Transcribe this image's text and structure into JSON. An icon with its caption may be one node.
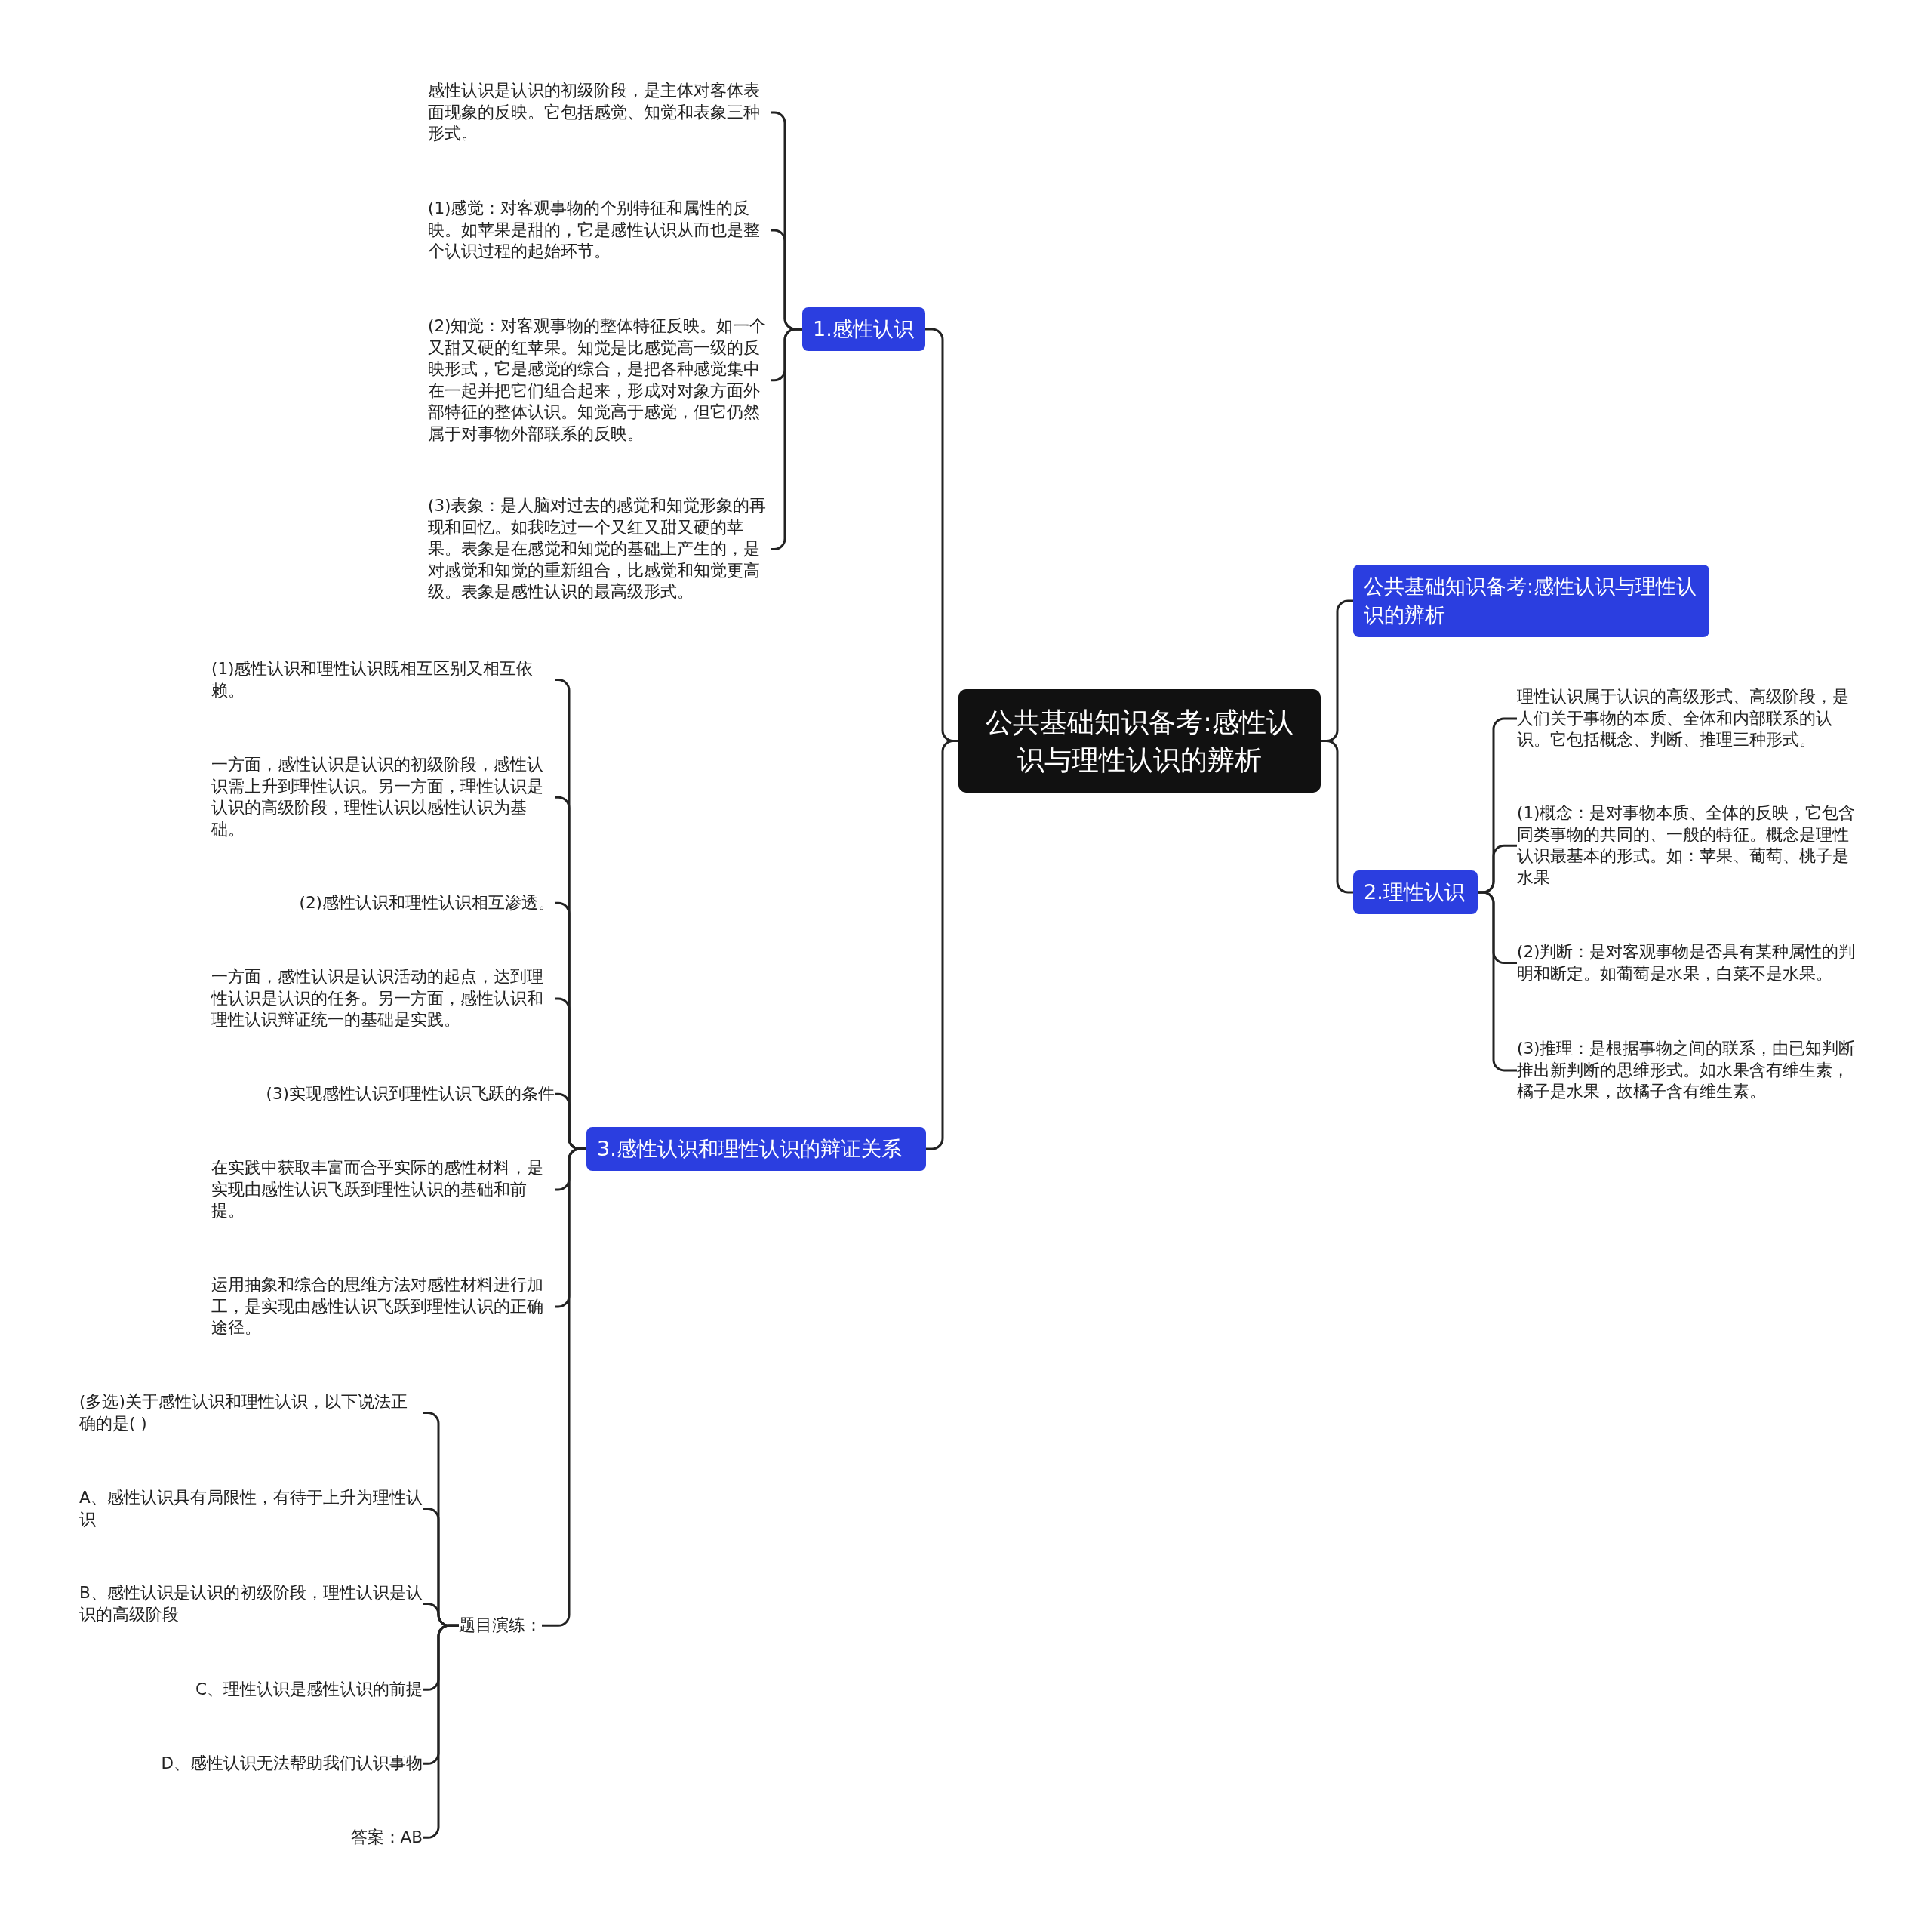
{
  "diagram": {
    "nodes": [
      {
        "text": [
          "公共基础知识备考:感性认识与理性认识的辨析"
        ]
      },
      {
        "text": [
          "1.感性认识"
        ]
      },
      {
        "text": [
          "感性认识是认识的初级阶段，是主体对客体表面现象的反映。它包括感觉、知觉和表象三种形式。"
        ]
      },
      {
        "text": [
          "(1)感觉：对客观事物的个别特征和属性的反映。如苹果是甜的，它是感性认识从而也是整个认识过程的起始环节。"
        ]
      },
      {
        "text": [
          "(2)知觉：对客观事物的整体特征反映。如一个又甜又硬的红苹果。知觉是比感觉高一级的反映形式，它是感觉的综合，是把各种感觉集中在一起并把它们组合起来，形成对对象方面外部特征的整体认识。知觉高于感觉，但它仍然属于对事物外部联系的反映。"
        ]
      },
      {
        "text": [
          "(3)表象：是人脑对过去的感觉和知觉形象的再现和回忆。如我吃过一个又红又甜又硬的苹果。表象是在感觉和知觉的基础上产生的，是对感觉和知觉的重新组合，比感觉和知觉更高级。表象是感性认识的最高级形式。"
        ]
      },
      {
        "text": [
          "公共基础知识备考:感性认识与理性认识的辨析"
        ]
      },
      {
        "text": [
          "2.理性认识"
        ]
      },
      {
        "text": [
          "理性认识属于认识的高级形式、高级阶段，是人们关于事物的本质、全体和内部联系的认识。它包括概念、判断、推理三种形式。"
        ]
      },
      {
        "text": [
          "(1)概念：是对事物本质、全体的反映，它包含同类事物的共同的、一般的特征。概念是理性认识最基本的形式。如：苹果、葡萄、桃子是水果"
        ]
      },
      {
        "text": [
          "(2)判断：是对客观事物是否具有某种属性的判明和断定。如葡萄是水果，白菜不是水果。"
        ]
      },
      {
        "text": [
          "(3)推理：是根据事物之间的联系，由已知判断推出新判断的思维形式。如水果含有维生素，橘子是水果，故橘子含有维生素。"
        ]
      },
      {
        "text": [
          "3.感性认识和理性认识的辩证关系"
        ]
      },
      {
        "text": [
          "(1)感性认识和理性认识既相互区别又相互依赖。"
        ]
      },
      {
        "text": [
          "一方面，感性认识是认识的初级阶段，感性认识需上升到理性认识。另一方面，理性认识是认识的高级阶段，理性认识以感性认识为基础。"
        ]
      },
      {
        "text": [
          "(2)感性认识和理性认识相互渗透。"
        ]
      },
      {
        "text": [
          "一方面，感性认识是认识活动的起点，达到理性认识是认识的任务。另一方面，感性认识和理性认识辩证统一的基础是实践。"
        ]
      },
      {
        "text": [
          "(3)实现感性认识到理性认识飞跃的条件"
        ]
      },
      {
        "text": [
          "在实践中获取丰富而合乎实际的感性材料，是实现由感性认识飞跃到理性认识的基础和前提。"
        ]
      },
      {
        "text": [
          "运用抽象和综合的思维方法对感性材料进行加工，是实现由感性认识飞跃到理性认识的正确途径。"
        ]
      },
      {
        "text": [
          "题目演练："
        ]
      },
      {
        "text": [
          "(多选)关于感性认识和理性认识，以下说法正确的是( )"
        ]
      },
      {
        "text": [
          "A、感性认识具有局限性，有待于上升为理性认识"
        ]
      },
      {
        "text": [
          "B、感性认识是认识的初级阶段，理性认识是认识的高级阶段"
        ]
      },
      {
        "text": [
          "C、理性认识是感性认识的前提"
        ]
      },
      {
        "text": [
          "D、感性认识无法帮助我们认识事物"
        ]
      },
      {
        "text": [
          "答案：AB"
        ]
      }
    ],
    "edges": [
      {
        "from": 0,
        "to": 1,
        "arrow": "none"
      },
      {
        "from": 1,
        "to": 2,
        "arrow": "none"
      },
      {
        "from": 1,
        "to": 3,
        "arrow": "none"
      },
      {
        "from": 1,
        "to": 4,
        "arrow": "none"
      },
      {
        "from": 1,
        "to": 5,
        "arrow": "none"
      },
      {
        "from": 0,
        "to": 6,
        "arrow": "none"
      },
      {
        "from": 0,
        "to": 7,
        "arrow": "none"
      },
      {
        "from": 7,
        "to": 8,
        "arrow": "none"
      },
      {
        "from": 7,
        "to": 9,
        "arrow": "none"
      },
      {
        "from": 7,
        "to": 10,
        "arrow": "none"
      },
      {
        "from": 7,
        "to": 11,
        "arrow": "none"
      },
      {
        "from": 0,
        "to": 12,
        "arrow": "none"
      },
      {
        "from": 12,
        "to": 13,
        "arrow": "none"
      },
      {
        "from": 12,
        "to": 14,
        "arrow": "none"
      },
      {
        "from": 12,
        "to": 15,
        "arrow": "none"
      },
      {
        "from": 12,
        "to": 16,
        "arrow": "none"
      },
      {
        "from": 12,
        "to": 17,
        "arrow": "none"
      },
      {
        "from": 12,
        "to": 18,
        "arrow": "none"
      },
      {
        "from": 12,
        "to": 19,
        "arrow": "none"
      },
      {
        "from": 12,
        "to": 20,
        "arrow": "none"
      },
      {
        "from": 20,
        "to": 21,
        "arrow": "none"
      },
      {
        "from": 20,
        "to": 22,
        "arrow": "none"
      },
      {
        "from": 20,
        "to": 23,
        "arrow": "none"
      },
      {
        "from": 20,
        "to": 24,
        "arrow": "none"
      },
      {
        "from": 20,
        "to": 25,
        "arrow": "none"
      },
      {
        "from": 20,
        "to": 26,
        "arrow": "none"
      }
    ]
  }
}
